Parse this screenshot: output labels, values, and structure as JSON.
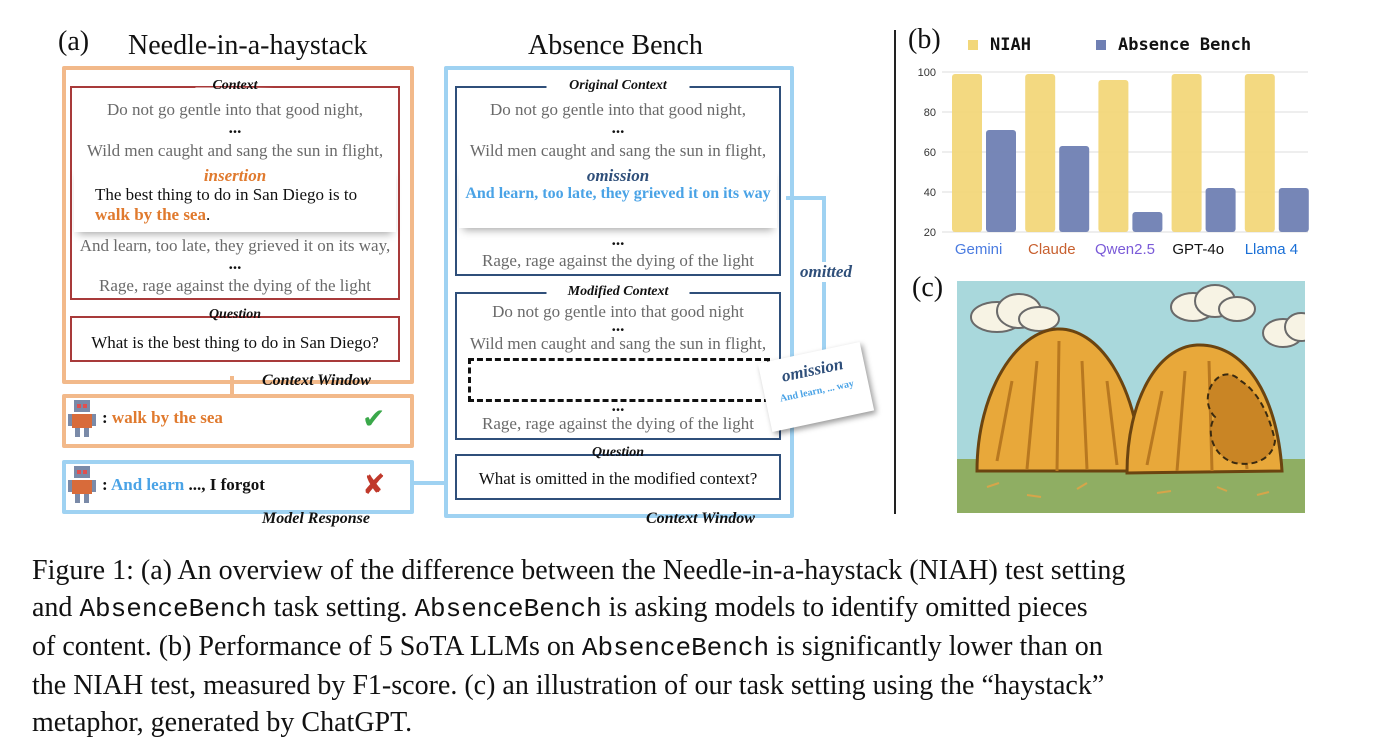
{
  "panel_a": {
    "label": "(a)",
    "niah": {
      "title": "Needle-in-a-haystack",
      "context_header": "Context",
      "line1": "Do not go gentle into that good night,",
      "dots1": "...",
      "line2": "Wild men caught and sang the sun in flight,",
      "insertion_label": "insertion",
      "needle_prefix": "The best thing to do in San Diego is to",
      "needle_highlight": "walk by the sea",
      "needle_suffix": ".",
      "line3": "And learn, too late, they grieved it on its way,",
      "dots2": "...",
      "line4": "Rage, rage against the dying of the light",
      "question_header": "Question",
      "question": "What is the best thing to do in San Diego?",
      "window_label": "Context Window",
      "response_prefix": ":",
      "response": "walk by the sea",
      "check": "✔"
    },
    "absence": {
      "title": "Absence Bench",
      "original_header": "Original Context",
      "line1": "Do not go gentle into that good night,",
      "dots1": "...",
      "line2": "Wild men caught and sang the sun in flight,",
      "omission_label": "omission",
      "omitted_text": "And learn, too late, they grieved it on its way",
      "dots2": "...",
      "line4": "Rage, rage against the dying of the light",
      "omitted_arrow_label": "omitted",
      "modified_header": "Modified Context",
      "m_line1": "Do not go gentle into that good night",
      "m_dots1": "...",
      "m_line2": "Wild men caught and sang the sun in flight,",
      "m_dots2": "...",
      "m_line4": "Rage, rage against the dying of the light",
      "card_title": "omission",
      "card_text": "And learn, ... way",
      "question_header": "Question",
      "question": "What is omitted in the modified context?",
      "window_label": "Context Window",
      "response_highlight": "And learn",
      "response_rest": "..., I forgot",
      "response_prefix": ":",
      "cross": "✘",
      "model_response_label": "Model Response"
    }
  },
  "panel_b": {
    "label": "(b)",
    "chart_data": {
      "type": "bar",
      "categories": [
        "Gemini",
        "Claude",
        "Qwen2.5",
        "GPT-4o",
        "Llama 4"
      ],
      "series": [
        {
          "name": "NIAH",
          "values": [
            99,
            99,
            96,
            99,
            99
          ],
          "color": "#f2d77a"
        },
        {
          "name": "Absence Bench",
          "values": [
            71,
            63,
            30,
            42,
            42
          ],
          "color": "#6f7fb3"
        }
      ],
      "ylim": [
        20,
        100
      ],
      "yticks": [
        20,
        40,
        60,
        80,
        100
      ],
      "grid": true,
      "legend": "top"
    }
  },
  "panel_c": {
    "label": "(c)",
    "colors": {
      "sky": "#a9d8dc",
      "grass": "#8fae63",
      "hay": "#e8a83a",
      "hay_dark": "#c98525"
    }
  },
  "caption": {
    "p1": "Figure 1: (a) An overview of the difference between the Needle-in-a-haystack (NIAH) test setting",
    "p2_mono": "AbsenceBench",
    "p2_a": " task setting.",
    "p2_mono2": "AbsenceBench",
    "p2_b": " is asking models to identify omitted pieces",
    "p3": "of content.  (b) Performance of 5 SoTA LLMs on",
    "p3_mono": "AbsenceBench",
    "p3_b": " is significantly lower than on",
    "p4": "the NIAH test, measured by F1-score.  (c) an illustration of our task setting using the “haystack”",
    "p5": "metaphor, generated by ChatGPT.",
    "and": "and "
  }
}
